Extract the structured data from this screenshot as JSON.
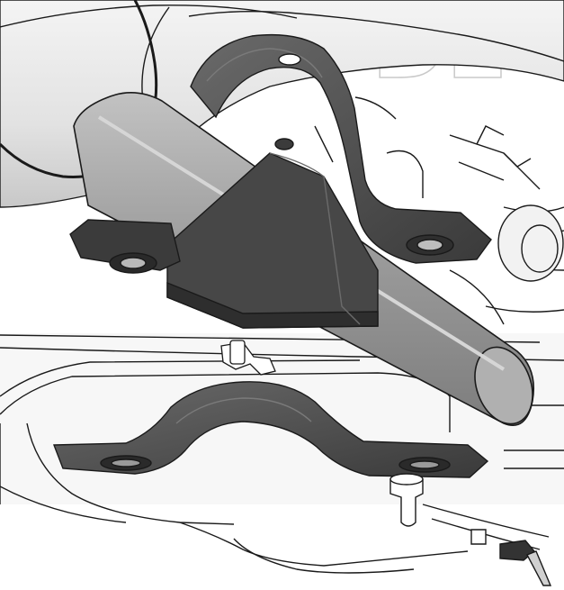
{
  "viewport": {
    "watermark_text": "T-DE"
  },
  "colors": {
    "background": "#ffffff",
    "part_dark": "#3f3f3f",
    "part_mid": "#595959",
    "part_light_shaded": "#a8a8a8",
    "bar_fill": "#9c9c9c",
    "line": "#1a1a1a",
    "watermark_stroke": "#c9c9c9"
  },
  "parts": [
    {
      "name": "stabilizer-bar"
    },
    {
      "name": "upper-clamp-bracket"
    },
    {
      "name": "bushing-block"
    },
    {
      "name": "lower-clamp-bracket"
    },
    {
      "name": "frame-rail"
    },
    {
      "name": "hose-clip"
    },
    {
      "name": "mounting-bolt"
    }
  ]
}
